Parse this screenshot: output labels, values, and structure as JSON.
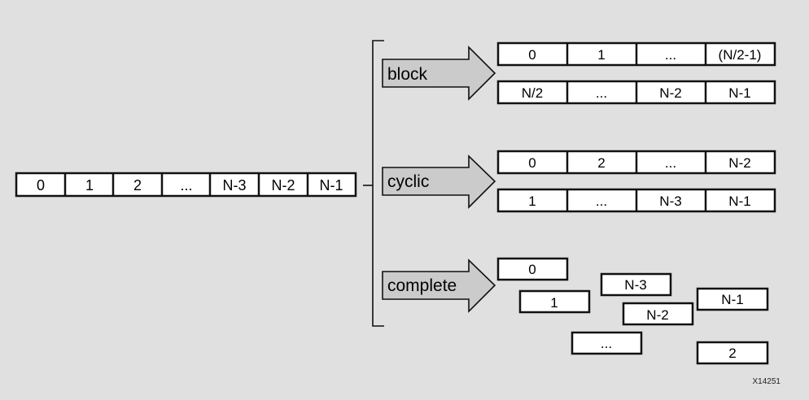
{
  "source_array": {
    "cells": [
      "0",
      "1",
      "2",
      "...",
      "N-3",
      "N-2",
      "N-1"
    ]
  },
  "partitions": [
    {
      "label": "block",
      "arrays": [
        [
          "0",
          "1",
          "...",
          "(N/2-1)"
        ],
        [
          "N/2",
          "...",
          "N-2",
          "N-1"
        ]
      ]
    },
    {
      "label": "cyclic",
      "arrays": [
        [
          "0",
          "2",
          "...",
          "N-2"
        ],
        [
          "1",
          "...",
          "N-3",
          "N-1"
        ]
      ]
    },
    {
      "label": "complete",
      "elements": [
        "0",
        "1",
        "N-3",
        "N-2",
        "N-1",
        "...",
        "2"
      ]
    }
  ],
  "figure_id": "X14251"
}
